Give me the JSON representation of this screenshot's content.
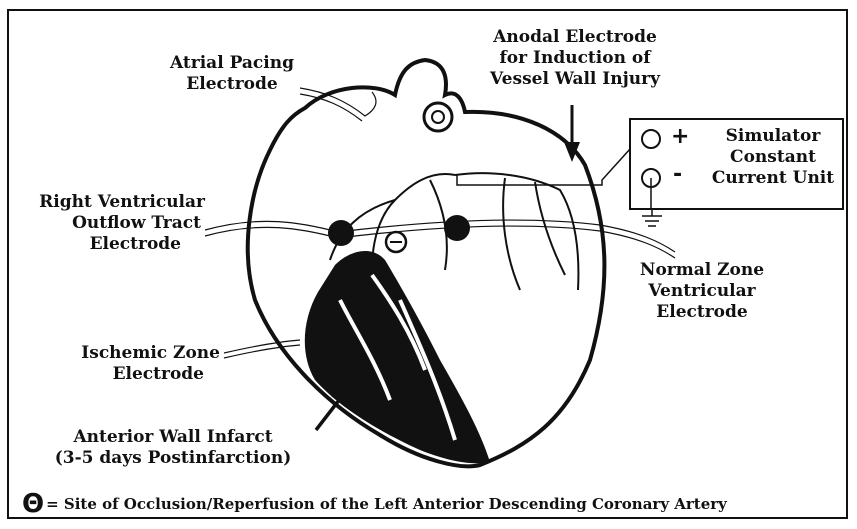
{
  "labels": {
    "atrial": [
      "Atrial Pacing",
      "Electrode"
    ],
    "anodal": [
      "Anodal Electrode",
      "for Induction of",
      "Vessel Wall Injury"
    ],
    "rvot": [
      "Right Ventricular",
      "Outflow Tract",
      "Electrode"
    ],
    "normal": [
      "Normal Zone",
      "Ventricular",
      "Electrode"
    ],
    "ischemic": [
      "Ischemic Zone",
      "Electrode"
    ],
    "infarct": [
      "Anterior Wall Infarct",
      "(3-5 days Postinfarction)"
    ],
    "unit": [
      "Simulator",
      "Constant",
      "Current Unit"
    ]
  },
  "unit_signs": {
    "plus": "+",
    "minus": "-"
  },
  "legend": {
    "symbol": "Θ",
    "text": "= Site of Occlusion/Reperfusion of the Left Anterior Descending Coronary Artery"
  },
  "occlusion_marker": "Θ"
}
